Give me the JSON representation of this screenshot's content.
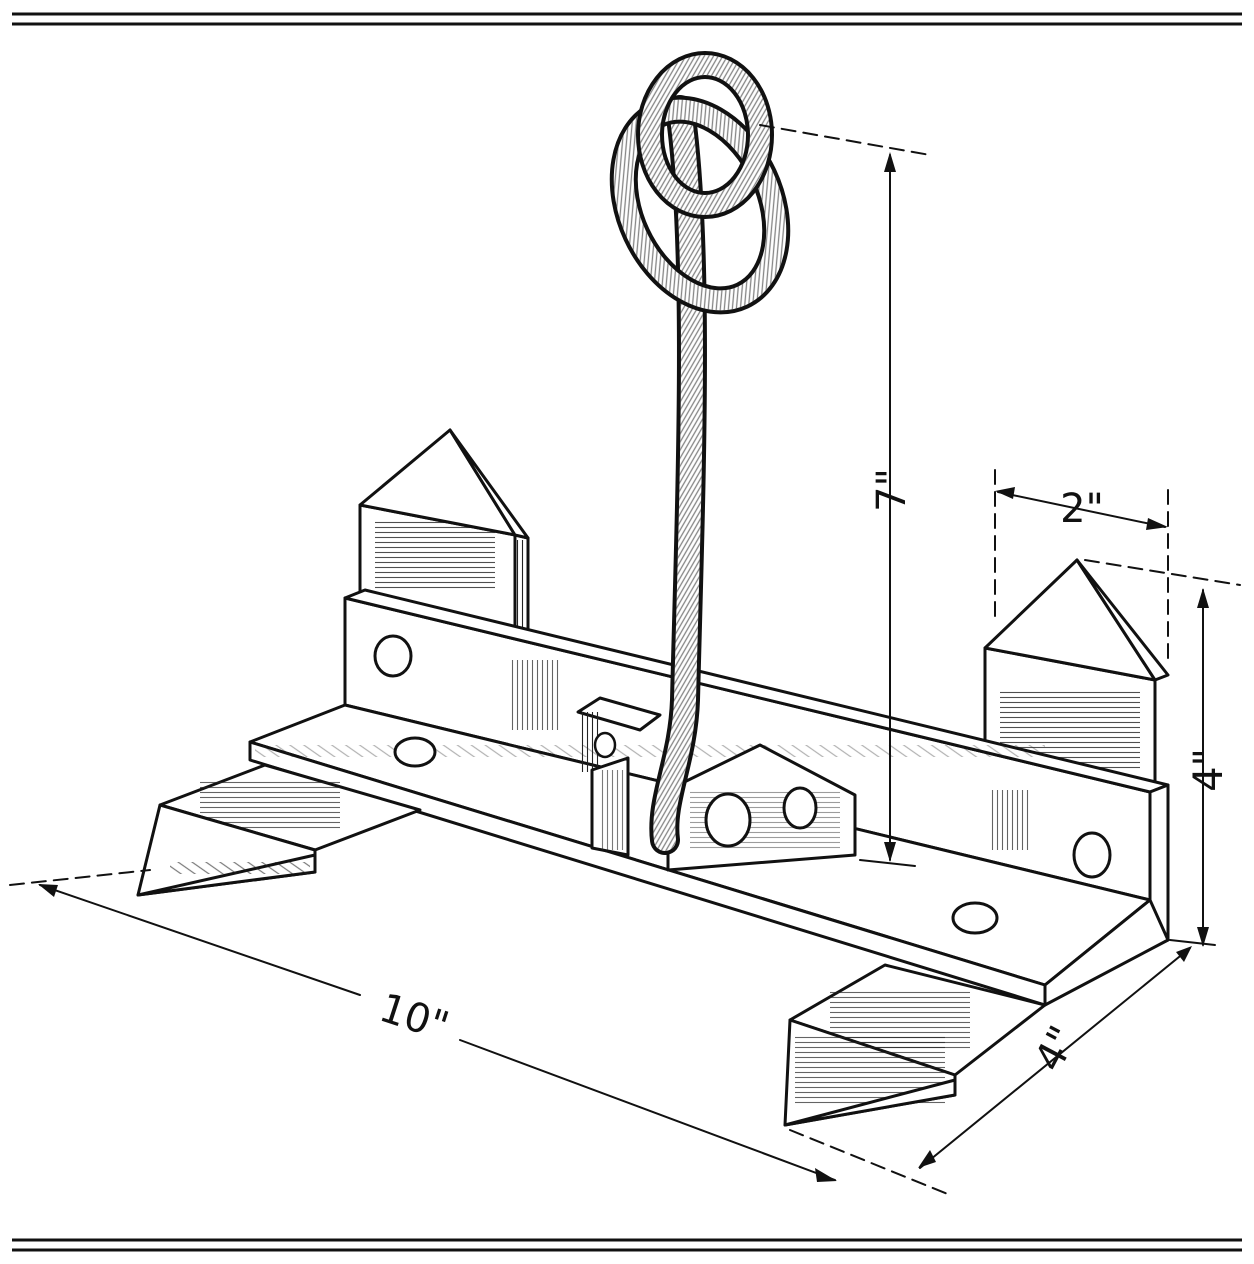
{
  "figure": {
    "dimensions": {
      "length": "10\"",
      "height": "7\"",
      "spike_width": "2\"",
      "spike_height": "4\"",
      "depth": "4\""
    }
  }
}
